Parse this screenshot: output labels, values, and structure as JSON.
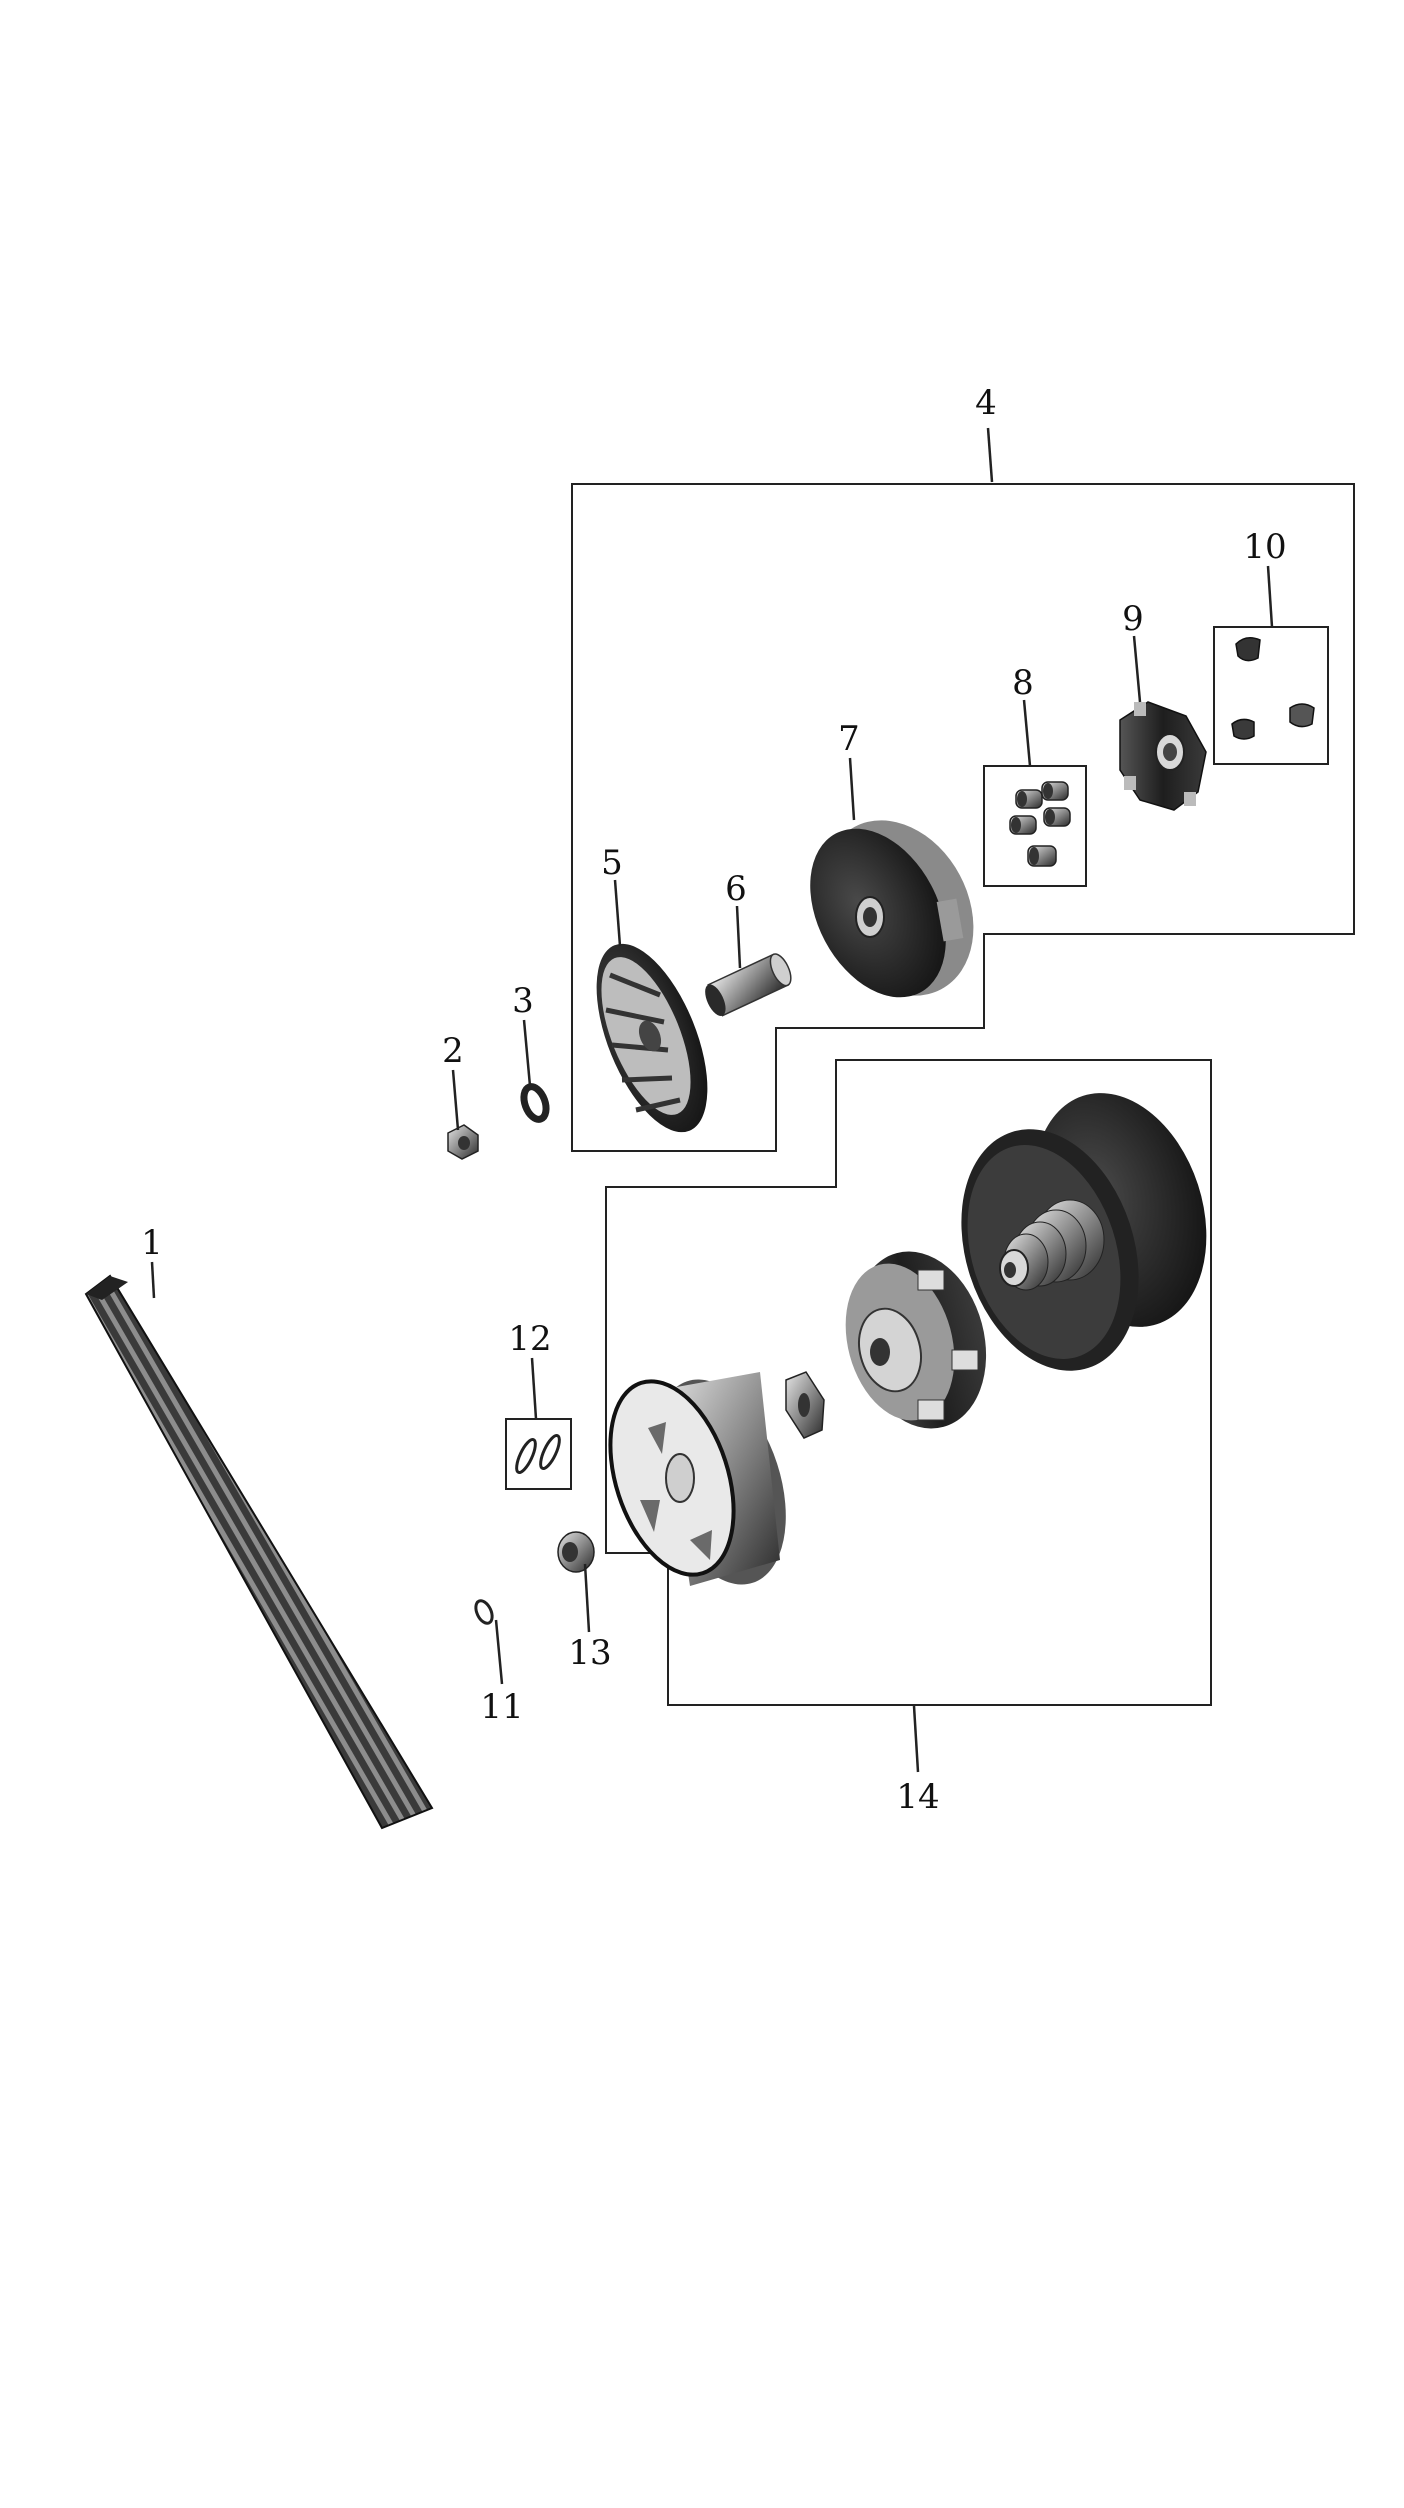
{
  "callouts": [
    {
      "id": "1",
      "label": "1"
    },
    {
      "id": "2",
      "label": "2"
    },
    {
      "id": "3",
      "label": "3"
    },
    {
      "id": "4",
      "label": "4"
    },
    {
      "id": "5",
      "label": "5"
    },
    {
      "id": "6",
      "label": "6"
    },
    {
      "id": "7",
      "label": "7"
    },
    {
      "id": "8",
      "label": "8"
    },
    {
      "id": "9",
      "label": "9"
    },
    {
      "id": "10",
      "label": "10"
    },
    {
      "id": "11",
      "label": "11"
    },
    {
      "id": "12",
      "label": "12"
    },
    {
      "id": "13",
      "label": "13"
    },
    {
      "id": "14",
      "label": "14"
    }
  ],
  "colors": {
    "line": "#222222",
    "part_dark": "#2b2b2b",
    "part_mid": "#6e6e6e",
    "part_light": "#cfcfcf"
  }
}
